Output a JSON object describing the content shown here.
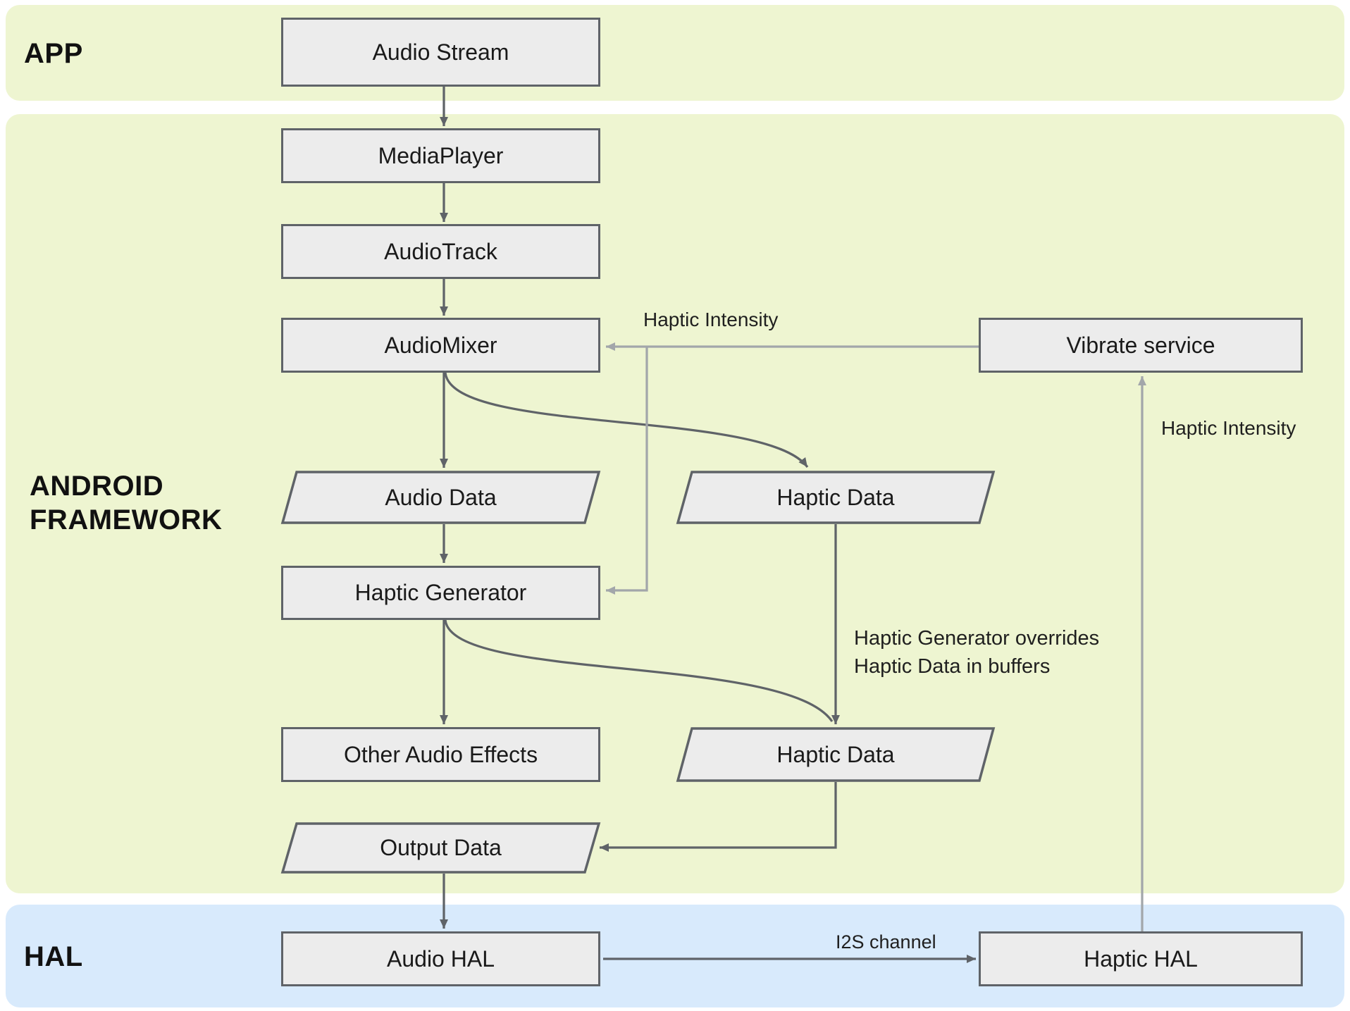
{
  "bands": {
    "app": {
      "label": "APP"
    },
    "framework": {
      "label": "ANDROID FRAMEWORK"
    },
    "hal": {
      "label": "HAL"
    }
  },
  "nodes": {
    "audio_stream": {
      "label": "Audio Stream",
      "shape": "rect"
    },
    "media_player": {
      "label": "MediaPlayer",
      "shape": "rect"
    },
    "audio_track": {
      "label": "AudioTrack",
      "shape": "rect"
    },
    "audio_mixer": {
      "label": "AudioMixer",
      "shape": "rect"
    },
    "vibrate_service": {
      "label": "Vibrate service",
      "shape": "rect"
    },
    "audio_data": {
      "label": "Audio Data",
      "shape": "parallelogram"
    },
    "haptic_data_1": {
      "label": "Haptic Data",
      "shape": "parallelogram"
    },
    "haptic_generator": {
      "label": "Haptic Generator",
      "shape": "rect"
    },
    "other_audio_effects": {
      "label": "Other Audio Effects",
      "shape": "rect"
    },
    "haptic_data_2": {
      "label": "Haptic Data",
      "shape": "parallelogram"
    },
    "output_data": {
      "label": "Output Data",
      "shape": "parallelogram"
    },
    "audio_hal": {
      "label": "Audio HAL",
      "shape": "rect"
    },
    "haptic_hal": {
      "label": "Haptic HAL",
      "shape": "rect"
    }
  },
  "edge_labels": {
    "haptic_intensity_to_mixer": "Haptic Intensity",
    "haptic_intensity_to_vibrate": "Haptic Intensity",
    "override_note": "Haptic Generator overrides\nHaptic Data in buffers",
    "i2s_channel": "I2S channel"
  },
  "colors": {
    "app_band": "#eef5d1",
    "framework_band": "#eef5d1",
    "hal_band": "#d8eafc",
    "node_fill": "#ececec",
    "node_border": "#5f6368",
    "arrow_dark": "#5f6368",
    "arrow_gray": "#a2a6aa"
  }
}
